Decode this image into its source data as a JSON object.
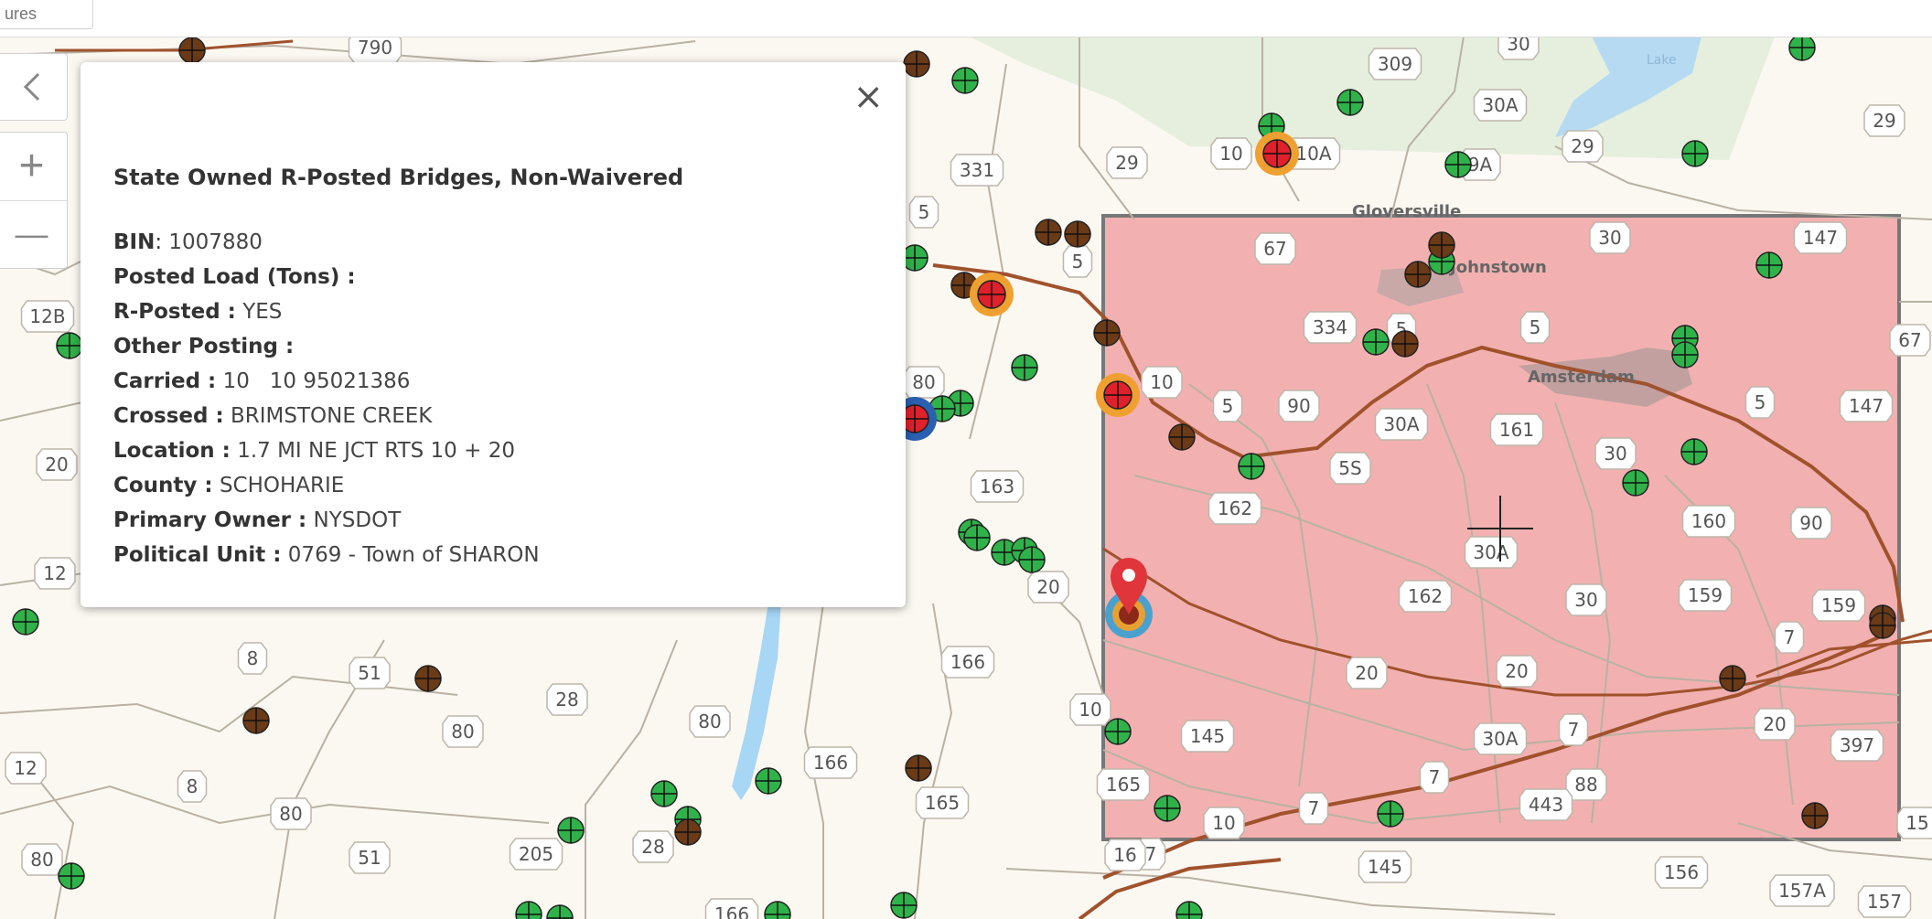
{
  "search": {
    "placeholder": "ures"
  },
  "controls": {
    "back_icon": "chevron-left-icon",
    "zoom_in": "+",
    "zoom_out": "—"
  },
  "popup": {
    "title": "State Owned R-Posted Bridges, Non-Waivered",
    "close": "×",
    "fields": [
      {
        "label": "BIN",
        "sep": ": ",
        "value": "1007880"
      },
      {
        "label": "Posted Load (Tons) :",
        "sep": "",
        "value": ""
      },
      {
        "label": "R-Posted :",
        "sep": " ",
        "value": "YES"
      },
      {
        "label": "Other Posting :",
        "sep": "",
        "value": ""
      },
      {
        "label": "Carried :",
        "sep": " ",
        "value": "10   10 95021386"
      },
      {
        "label": "Crossed :",
        "sep": " ",
        "value": "BRIMSTONE CREEK"
      },
      {
        "label": "Location :",
        "sep": " ",
        "value": "1.7 MI NE JCT RTS 10 + 20"
      },
      {
        "label": "County :",
        "sep": " ",
        "value": "SCHOHARIE"
      },
      {
        "label": "Primary Owner :",
        "sep": " ",
        "value": "NYSDOT"
      },
      {
        "label": "Political Unit :",
        "sep": " ",
        "value": "0769 - Town of SHARON"
      }
    ]
  },
  "places": [
    "Gloversville",
    "Johnstown",
    "Amsterdam",
    "Lake"
  ],
  "routes": [
    "790",
    "309",
    "30",
    "30A",
    "29",
    "331",
    "29",
    "10",
    "10A",
    "29",
    "9A",
    "5",
    "5",
    "67",
    "30",
    "147",
    "12B",
    "334",
    "5",
    "5",
    "67",
    "80",
    "10",
    "5",
    "90",
    "30A",
    "161",
    "5S",
    "5",
    "147",
    "20",
    "162",
    "163",
    "30",
    "160",
    "90",
    "12",
    "30A",
    "20",
    "162",
    "30",
    "159",
    "159",
    "7",
    "8",
    "51",
    "28",
    "166",
    "20",
    "20",
    "20",
    "397",
    "80",
    "80",
    "10",
    "145",
    "30A",
    "7",
    "12",
    "8",
    "166",
    "165",
    "7",
    "88",
    "80",
    "165",
    "10",
    "7",
    "443",
    "205",
    "28",
    "145",
    "156",
    "157A",
    "157",
    "51",
    "166",
    "15",
    "80",
    "7",
    "16"
  ],
  "colors": {
    "green_marker": "#2fb24a",
    "brown_marker": "#6b3a17",
    "red_marker": "#e0202a",
    "selection_fill": "#f08a8a",
    "selection_border": "#7a7a7a",
    "road": "#a0522d"
  }
}
